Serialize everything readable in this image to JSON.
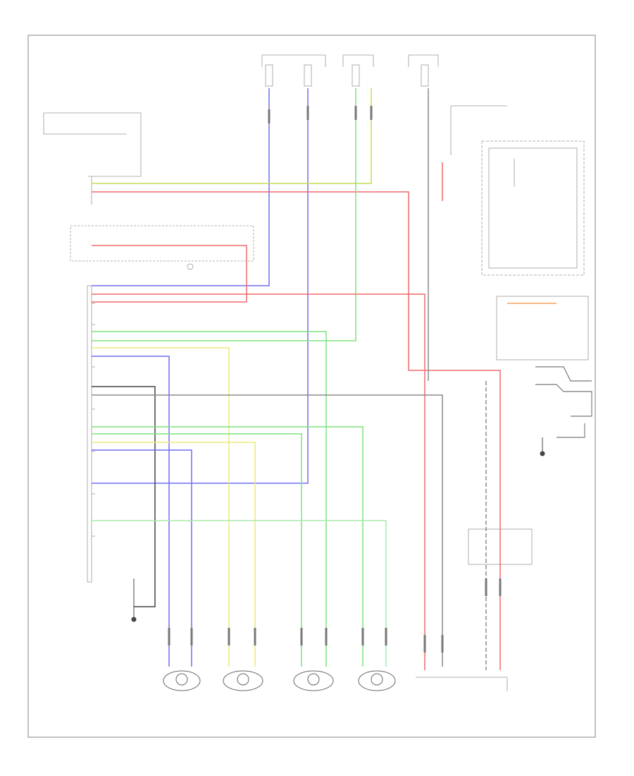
{
  "diagram": {
    "footer_code": "",
    "labels": {},
    "wire_colors": {
      "blue": "#6f6ff5",
      "yellow_green": "#c8dc55",
      "green": "#7fe27f",
      "light_green": "#a8e8a8",
      "red": "#f06a6a",
      "yellow": "#ece87a",
      "gray": "#8c8c8c",
      "black": "#444444",
      "frame": "#9a9a9a"
    },
    "components": [
      {
        "id": "fuse-block-left",
        "type": "fuse"
      },
      {
        "id": "fuse-block-right",
        "type": "fuse"
      },
      {
        "id": "main-connector",
        "type": "connector"
      },
      {
        "id": "control-module-right",
        "type": "module"
      },
      {
        "id": "ground-left",
        "type": "ground"
      },
      {
        "id": "ground-right",
        "type": "ground"
      },
      {
        "id": "sensor-left-front",
        "type": "wheel-speed-sensor"
      },
      {
        "id": "sensor-left-rear",
        "type": "wheel-speed-sensor"
      },
      {
        "id": "sensor-right-rear",
        "type": "wheel-speed-sensor"
      },
      {
        "id": "sensor-right-front",
        "type": "wheel-speed-sensor"
      },
      {
        "id": "control-switch-right",
        "type": "switch"
      }
    ]
  }
}
